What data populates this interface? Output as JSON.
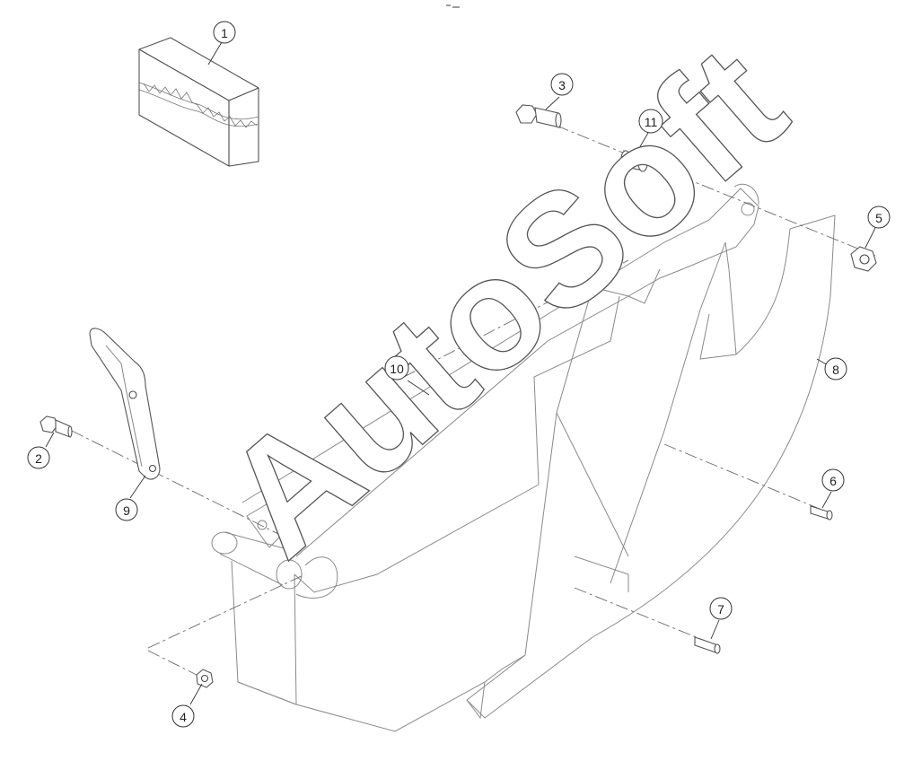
{
  "callouts": [
    {
      "id": "callout-1",
      "label": "1"
    },
    {
      "id": "callout-2",
      "label": "2"
    },
    {
      "id": "callout-3",
      "label": "3"
    },
    {
      "id": "callout-4",
      "label": "4"
    },
    {
      "id": "callout-5",
      "label": "5"
    },
    {
      "id": "callout-6",
      "label": "6"
    },
    {
      "id": "callout-7",
      "label": "7"
    },
    {
      "id": "callout-8",
      "label": "8"
    },
    {
      "id": "callout-9",
      "label": "9"
    },
    {
      "id": "callout-10",
      "label": "10"
    },
    {
      "id": "callout-11",
      "label": "11"
    }
  ],
  "watermark": {
    "text": "AutoSoft"
  },
  "colors": {
    "line": "#8a8a8a",
    "outline": "#555555",
    "text": "#222222",
    "background": "#ffffff"
  }
}
